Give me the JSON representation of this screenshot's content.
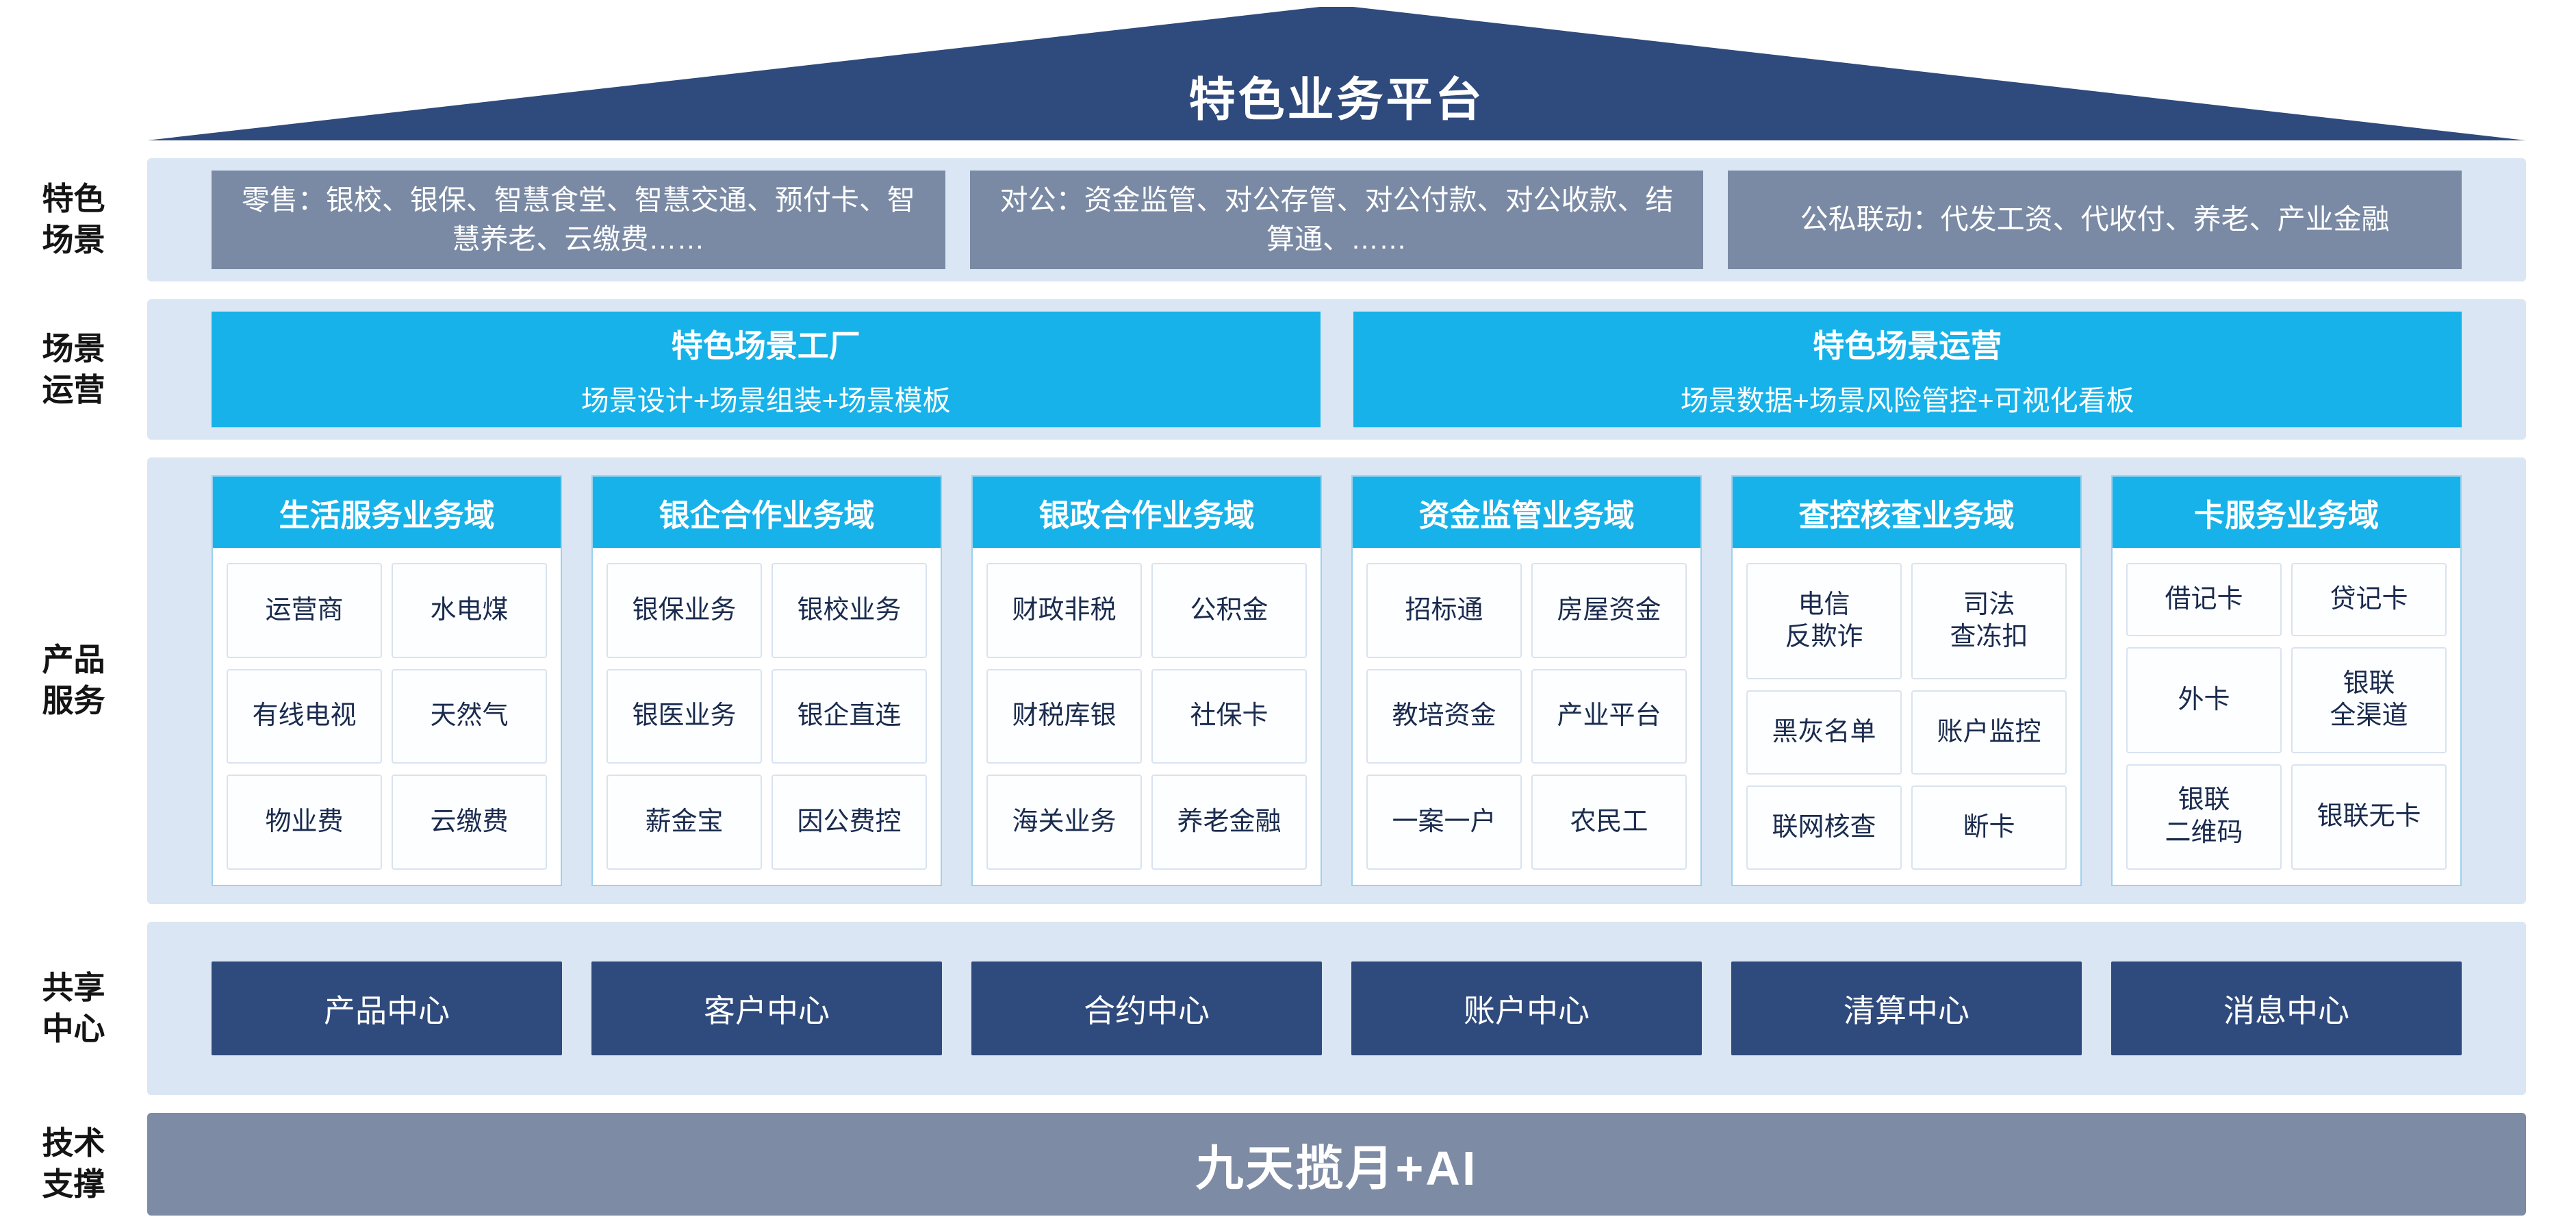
{
  "header": {
    "title": "特色业务平台"
  },
  "colors": {
    "navy": "#2F4A7C",
    "cyan": "#17B2E9",
    "slate": "#7A8AA4",
    "band_bg": "#DAE6F3",
    "cell_text": "#1A2B4E"
  },
  "sections": {
    "scenarios": {
      "label": "特色\n场景",
      "items": [
        "零售：银校、银保、智慧食堂、智慧交通、预付卡、智慧养老、云缴费……",
        "对公：资金监管、对公存管、对公付款、对公收款、结算通、……",
        "公私联动：代发工资、代收付、养老、产业金融"
      ]
    },
    "operations": {
      "label": "场景\n运营",
      "items": [
        {
          "title": "特色场景工厂",
          "subtitle": "场景设计+场景组装+场景模板"
        },
        {
          "title": "特色场景运营",
          "subtitle": "场景数据+场景风险管控+可视化看板"
        }
      ]
    },
    "products": {
      "label": "产品\n服务",
      "domains": [
        {
          "title": "生活服务业务域",
          "cells": [
            "运营商",
            "水电煤",
            "有线电视",
            "天然气",
            "物业费",
            "云缴费"
          ]
        },
        {
          "title": "银企合作业务域",
          "cells": [
            "银保业务",
            "银校业务",
            "银医业务",
            "银企直连",
            "薪金宝",
            "因公费控"
          ]
        },
        {
          "title": "银政合作业务域",
          "cells": [
            "财政非税",
            "公积金",
            "财税库银",
            "社保卡",
            "海关业务",
            "养老金融"
          ]
        },
        {
          "title": "资金监管业务域",
          "cells": [
            "招标通",
            "房屋资金",
            "教培资金",
            "产业平台",
            "一案一户",
            "农民工"
          ]
        },
        {
          "title": "查控核查业务域",
          "cells": [
            "电信\n反欺诈",
            "司法\n查冻扣",
            "黑灰名单",
            "账户监控",
            "联网核查",
            "断卡"
          ]
        },
        {
          "title": "卡服务业务域",
          "cells": [
            "借记卡",
            "贷记卡",
            "外卡",
            "银联\n全渠道",
            "银联\n二维码",
            "银联无卡"
          ]
        }
      ]
    },
    "shared": {
      "label": "共享\n中心",
      "items": [
        "产品中心",
        "客户中心",
        "合约中心",
        "账户中心",
        "清算中心",
        "消息中心"
      ]
    },
    "tech": {
      "label": "技术\n支撑",
      "title": "九天揽月+AI"
    }
  }
}
